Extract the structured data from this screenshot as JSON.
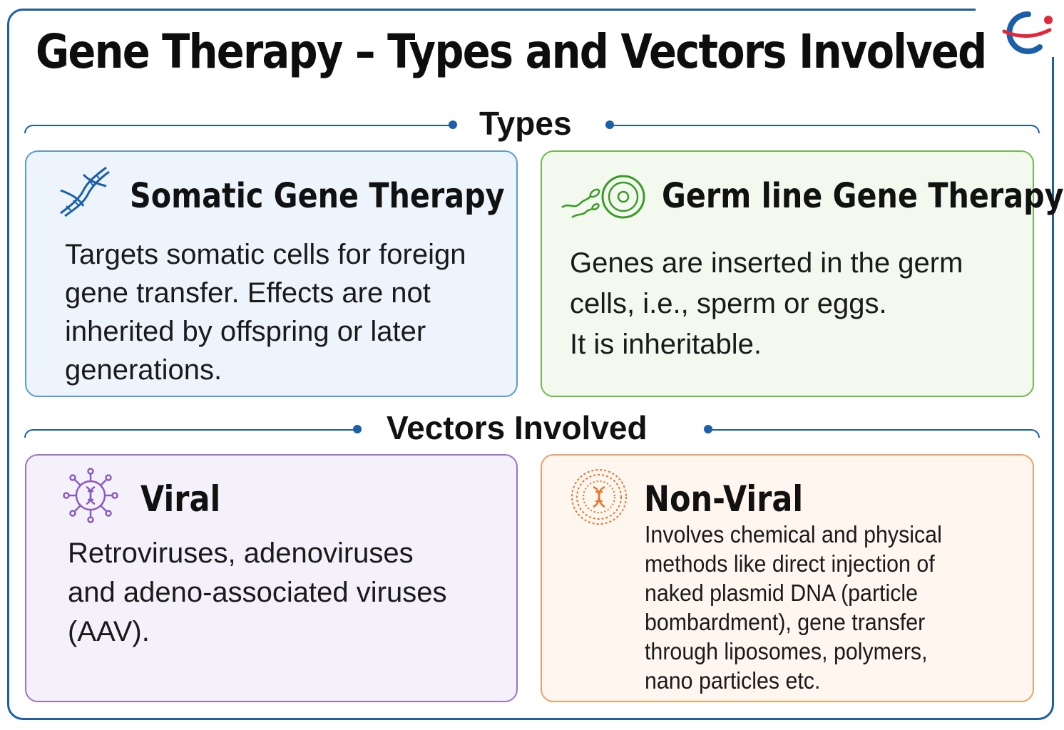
{
  "title": "Gene Therapy – Types and Vectors Involved",
  "sections": {
    "types": "Types",
    "vectors": "Vectors Involved"
  },
  "cards": {
    "somatic": {
      "title": "Somatic Gene Therapy",
      "lines": [
        "Targets somatic cells for foreign",
        "gene transfer. Effects are not",
        "inherited by offspring or later",
        "generations."
      ],
      "icon": "dna-icon"
    },
    "germline": {
      "title": "Germ line Gene Therapy",
      "lines": [
        "Genes are inserted in the germ",
        "cells, i.e., sperm or eggs.",
        "It is inheritable."
      ],
      "icon": "sperm-egg-icon"
    },
    "viral": {
      "title": "Viral",
      "lines": [
        "Retroviruses, adenoviruses",
        "and adeno-associated viruses",
        "(AAV)."
      ],
      "icon": "virus-icon"
    },
    "nonviral": {
      "title": "Non-Viral",
      "lines": [
        "Involves chemical and physical",
        "methods like direct injection of",
        "naked plasmid DNA (particle",
        "bombardment), gene transfer",
        "through liposomes, polymers,",
        "nano particles etc."
      ],
      "icon": "liposome-icon"
    }
  },
  "colors": {
    "frame": "#1b5fa8",
    "somatic": "#5b9bd5",
    "germline": "#6abf45",
    "viral": "#9b72c8",
    "nonviral": "#f0a060",
    "logo_blue": "#1b5fa8",
    "logo_red": "#e0283c"
  }
}
